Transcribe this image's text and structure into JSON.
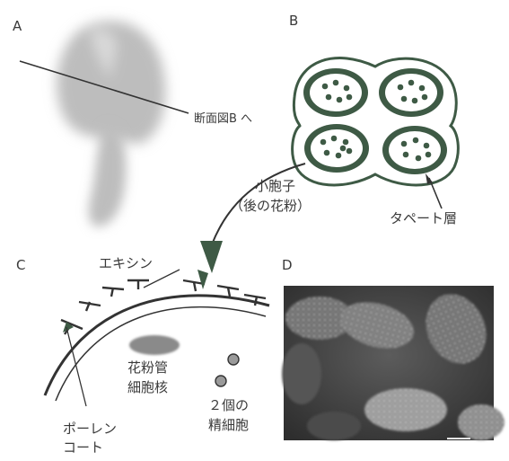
{
  "panels": {
    "a": {
      "letter": "A",
      "section_label": "断面図B へ"
    },
    "b": {
      "letter": "B",
      "microspore_label_1": "小胞子",
      "microspore_label_2": "（後の花粉）",
      "tapetum_label": "タペート層"
    },
    "c": {
      "letter": "C",
      "exine_label": "エキシン",
      "tube_nucleus_1": "花粉管",
      "tube_nucleus_2": "細胞核",
      "sperm_1": "２個の",
      "sperm_2": "精細胞",
      "coat_1": "ポーレン",
      "coat_2": "コート"
    },
    "d": {
      "letter": "D"
    }
  },
  "colors": {
    "ink": "#3a3a3a",
    "green": "#3e5a45",
    "wall": "#46644e"
  }
}
